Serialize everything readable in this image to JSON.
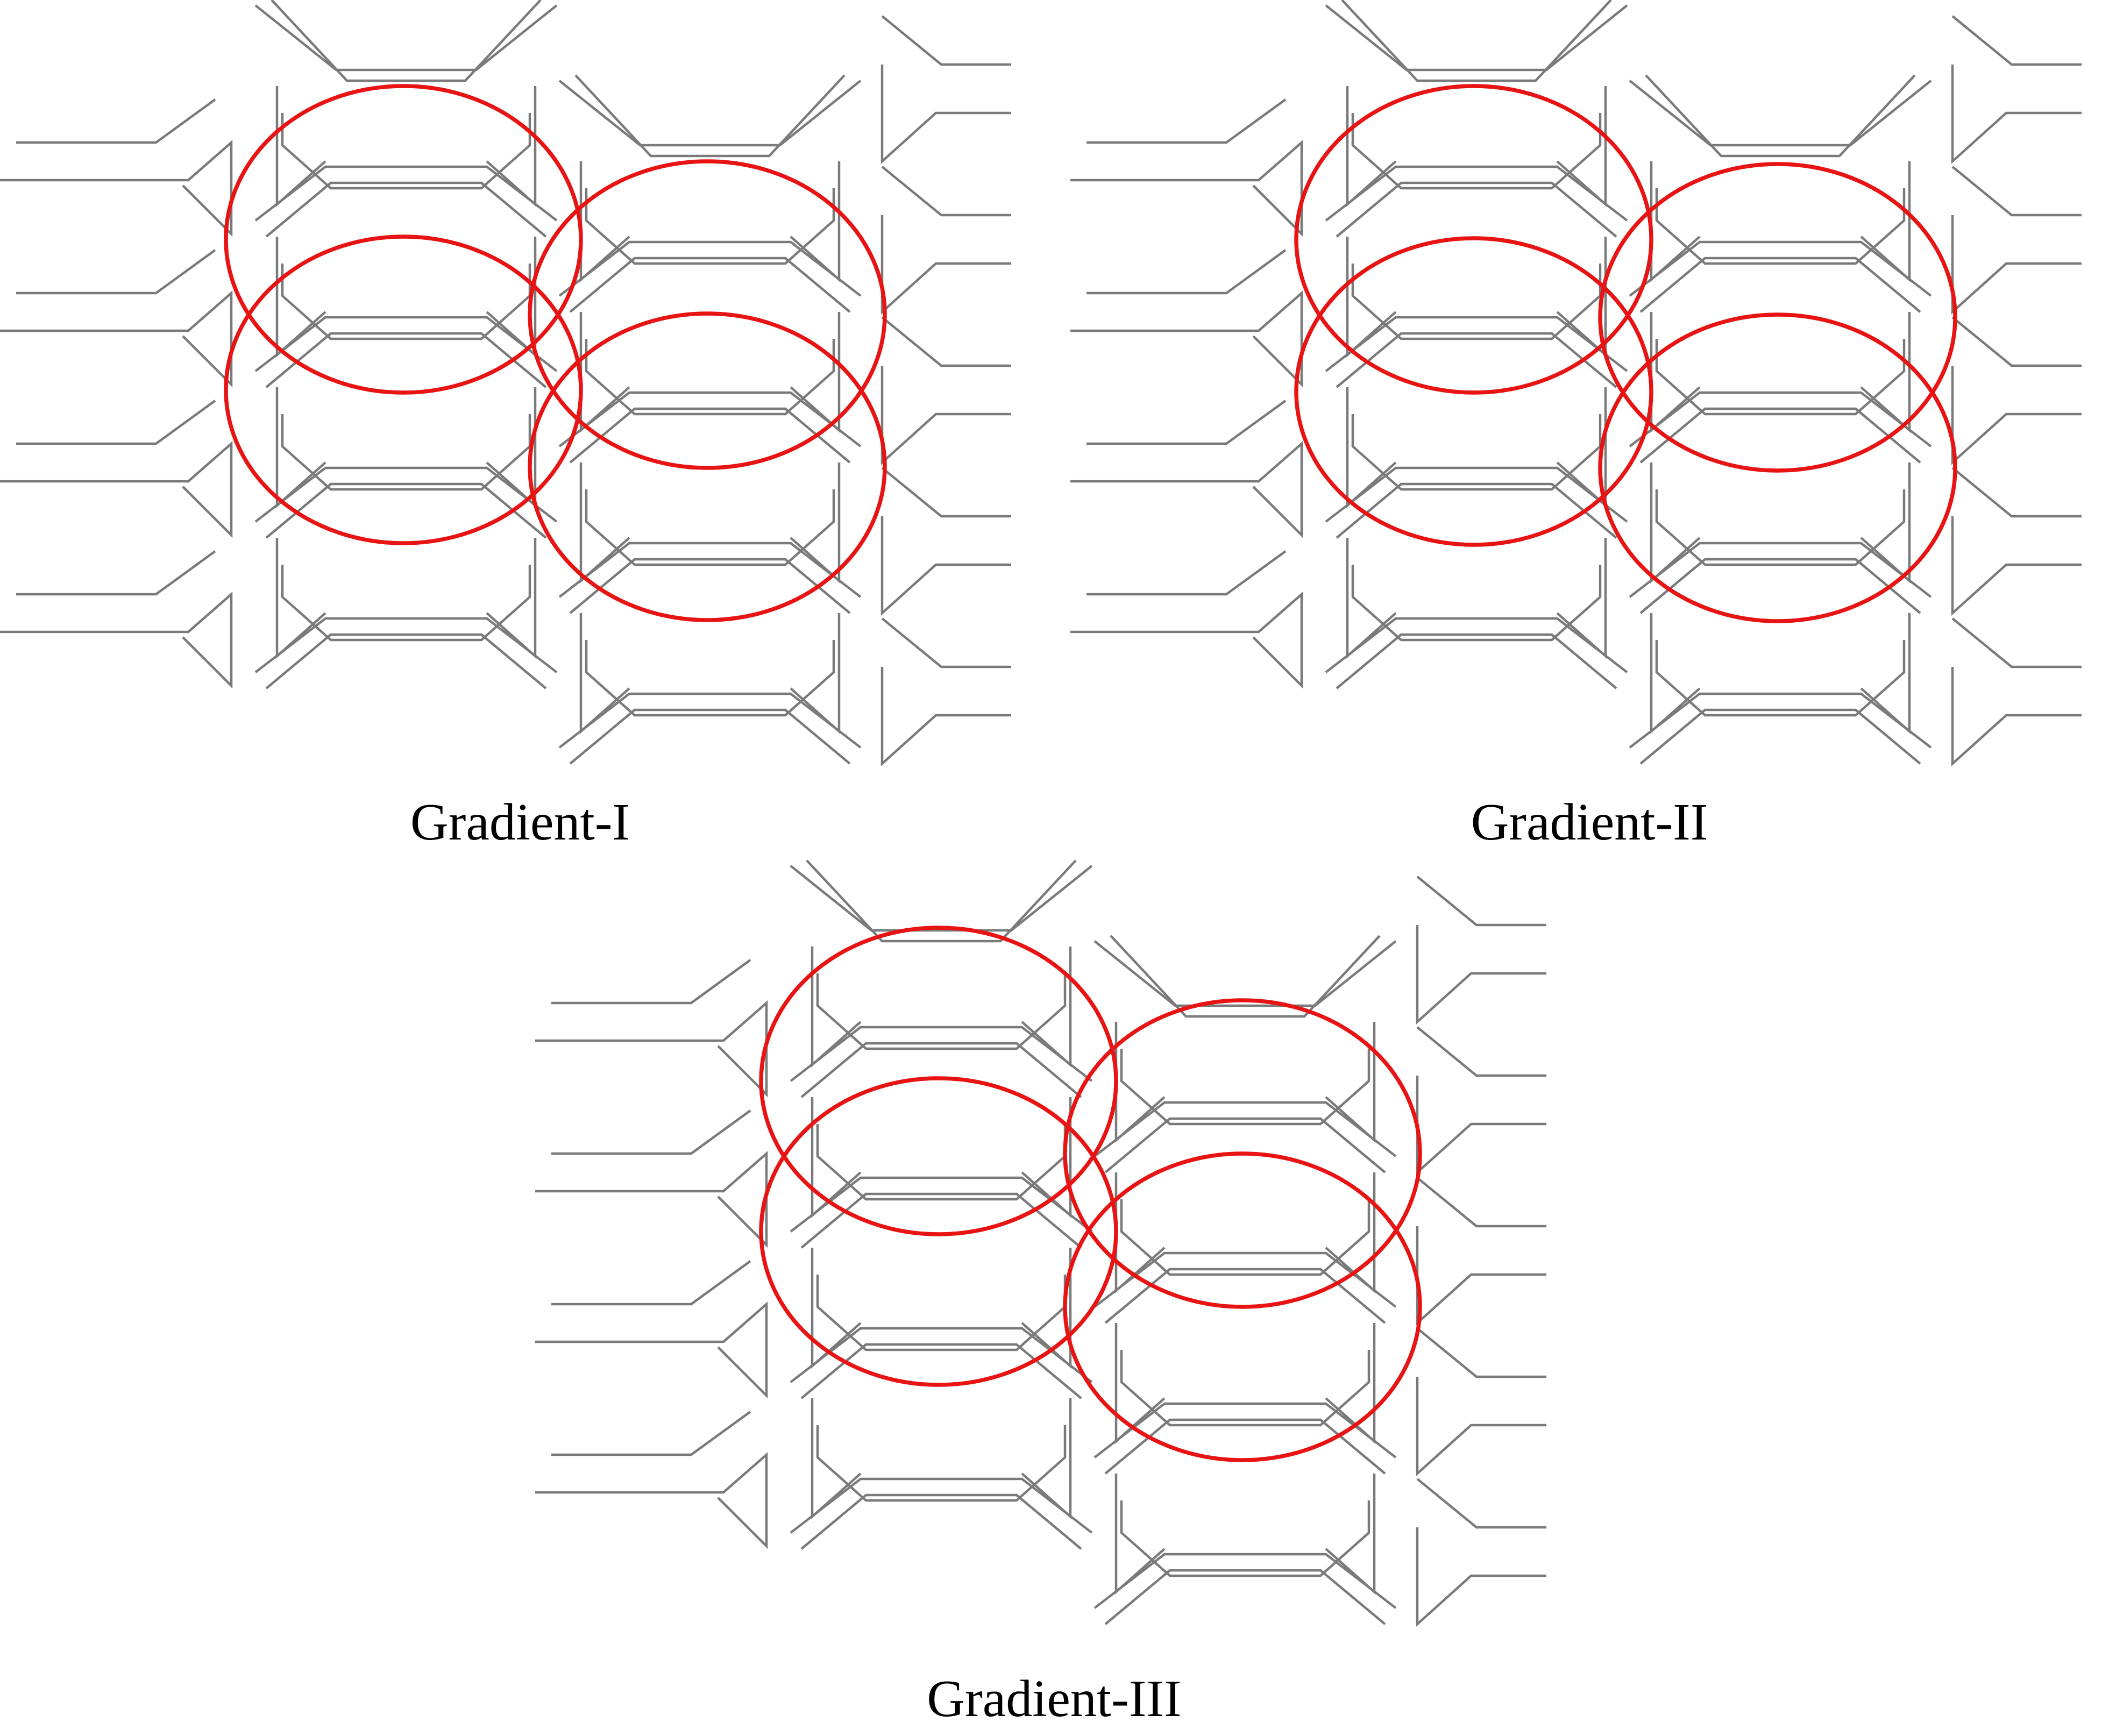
{
  "panels": [
    {
      "id": "gradient-1",
      "caption": "Gradient-I"
    },
    {
      "id": "gradient-2",
      "caption": "Gradient-II"
    },
    {
      "id": "gradient-3",
      "caption": "Gradient-III"
    }
  ],
  "colors": {
    "structure_line": "#7a7a7a",
    "highlight": "#e81414",
    "background": "#ffffff"
  },
  "highlight_count_per_panel": 4
}
